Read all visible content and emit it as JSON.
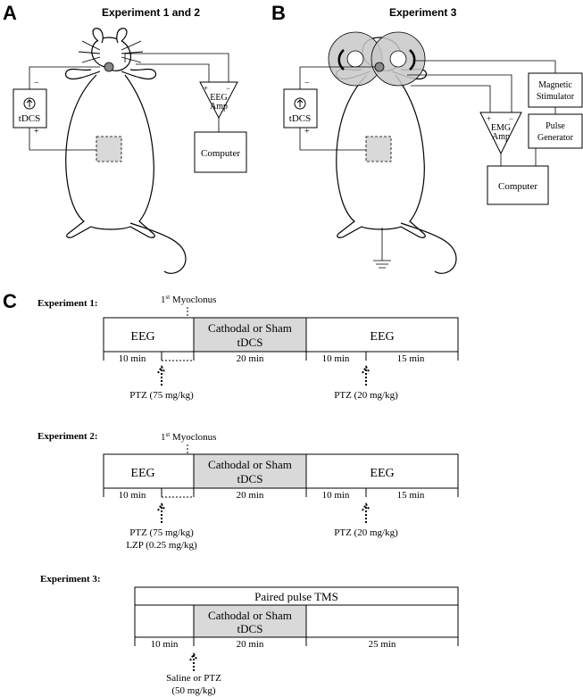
{
  "panelA": {
    "letter": "A",
    "title": "Experiment 1 and 2",
    "tdcs_label": "tDCS",
    "minus": "−",
    "plus": "+",
    "amp_line1": "EEG",
    "amp_line2": "Amp",
    "amp_plus": "+",
    "amp_minus": "−",
    "computer": "Computer"
  },
  "panelB": {
    "letter": "B",
    "title": "Experiment 3",
    "tdcs_label": "tDCS",
    "minus": "−",
    "plus": "+",
    "amp_line1": "EMG",
    "amp_line2": "Amp",
    "amp_plus": "+",
    "amp_minus": "−",
    "computer": "Computer",
    "stim_line1": "Magnetic",
    "stim_line2": "Stimulator",
    "pulse_line1": "Pulse",
    "pulse_line2": "Generator"
  },
  "panelC": {
    "letter": "C",
    "exp1": {
      "label": "Experiment 1:",
      "myoclonus_pre": "1",
      "myoclonus_sup": "st",
      "myoclonus_post": " Myoclonus",
      "block1": "EEG",
      "block2_line1": "Cathodal or Sham",
      "block2_line2": "tDCS",
      "block3": "EEG",
      "t1": "10 min",
      "t2": "20 min",
      "t3": "10 min",
      "t4": "15 min",
      "drug1": "PTZ (75 mg/kg)",
      "drug2": "PTZ (20 mg/kg)"
    },
    "exp2": {
      "label": "Experiment 2:",
      "myoclonus_pre": "1",
      "myoclonus_sup": "st",
      "myoclonus_post": " Myoclonus",
      "block1": "EEG",
      "block2_line1": "Cathodal or Sham",
      "block2_line2": "tDCS",
      "block3": "EEG",
      "t1": "10 min",
      "t2": "20 min",
      "t3": "10 min",
      "t4": "15 min",
      "drug1_line1": "PTZ (75 mg/kg)",
      "drug1_line2": "LZP (0.25 mg/kg)",
      "drug2": "PTZ (20 mg/kg)"
    },
    "exp3": {
      "label": "Experiment 3:",
      "top_bar": "Paired pulse TMS",
      "block2_line1": "Cathodal or Sham",
      "block2_line2": "tDCS",
      "t1": "10 min",
      "t2": "20 min",
      "t3": "25 min",
      "drug_line1": "Saline or PTZ",
      "drug_line2": "(50 mg/kg)"
    }
  },
  "colors": {
    "shade": "#d9d9d9",
    "coil": "#c8c8c8",
    "line": "#000000"
  }
}
